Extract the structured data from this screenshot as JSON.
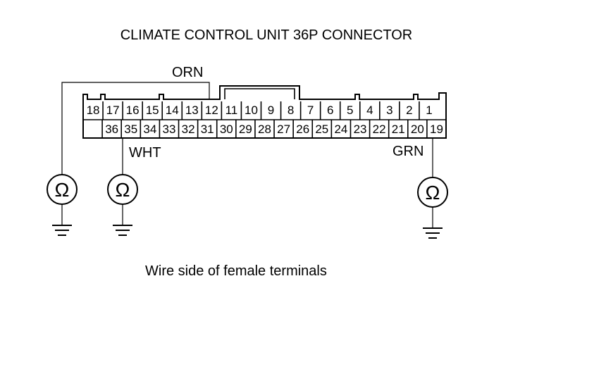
{
  "title": "CLIMATE CONTROL UNIT 36P CONNECTOR",
  "caption": "Wire side of female terminals",
  "connector": {
    "top_row": [
      "18",
      "17",
      "16",
      "15",
      "14",
      "13",
      "12",
      "11",
      "10",
      "9",
      "8",
      "7",
      "6",
      "5",
      "4",
      "3",
      "2",
      "1"
    ],
    "bottom_row": [
      "",
      "36",
      "35",
      "34",
      "33",
      "32",
      "31",
      "30",
      "29",
      "28",
      "27",
      "26",
      "25",
      "24",
      "23",
      "22",
      "21",
      "20",
      "19"
    ]
  },
  "wire_labels": {
    "orn": "ORN",
    "wht": "WHT",
    "grn": "GRN"
  },
  "meters": [
    {
      "symbol": "Ω",
      "connects_to": "12"
    },
    {
      "symbol": "Ω",
      "connects_to": "35"
    },
    {
      "symbol": "Ω",
      "connects_to": "19"
    }
  ]
}
